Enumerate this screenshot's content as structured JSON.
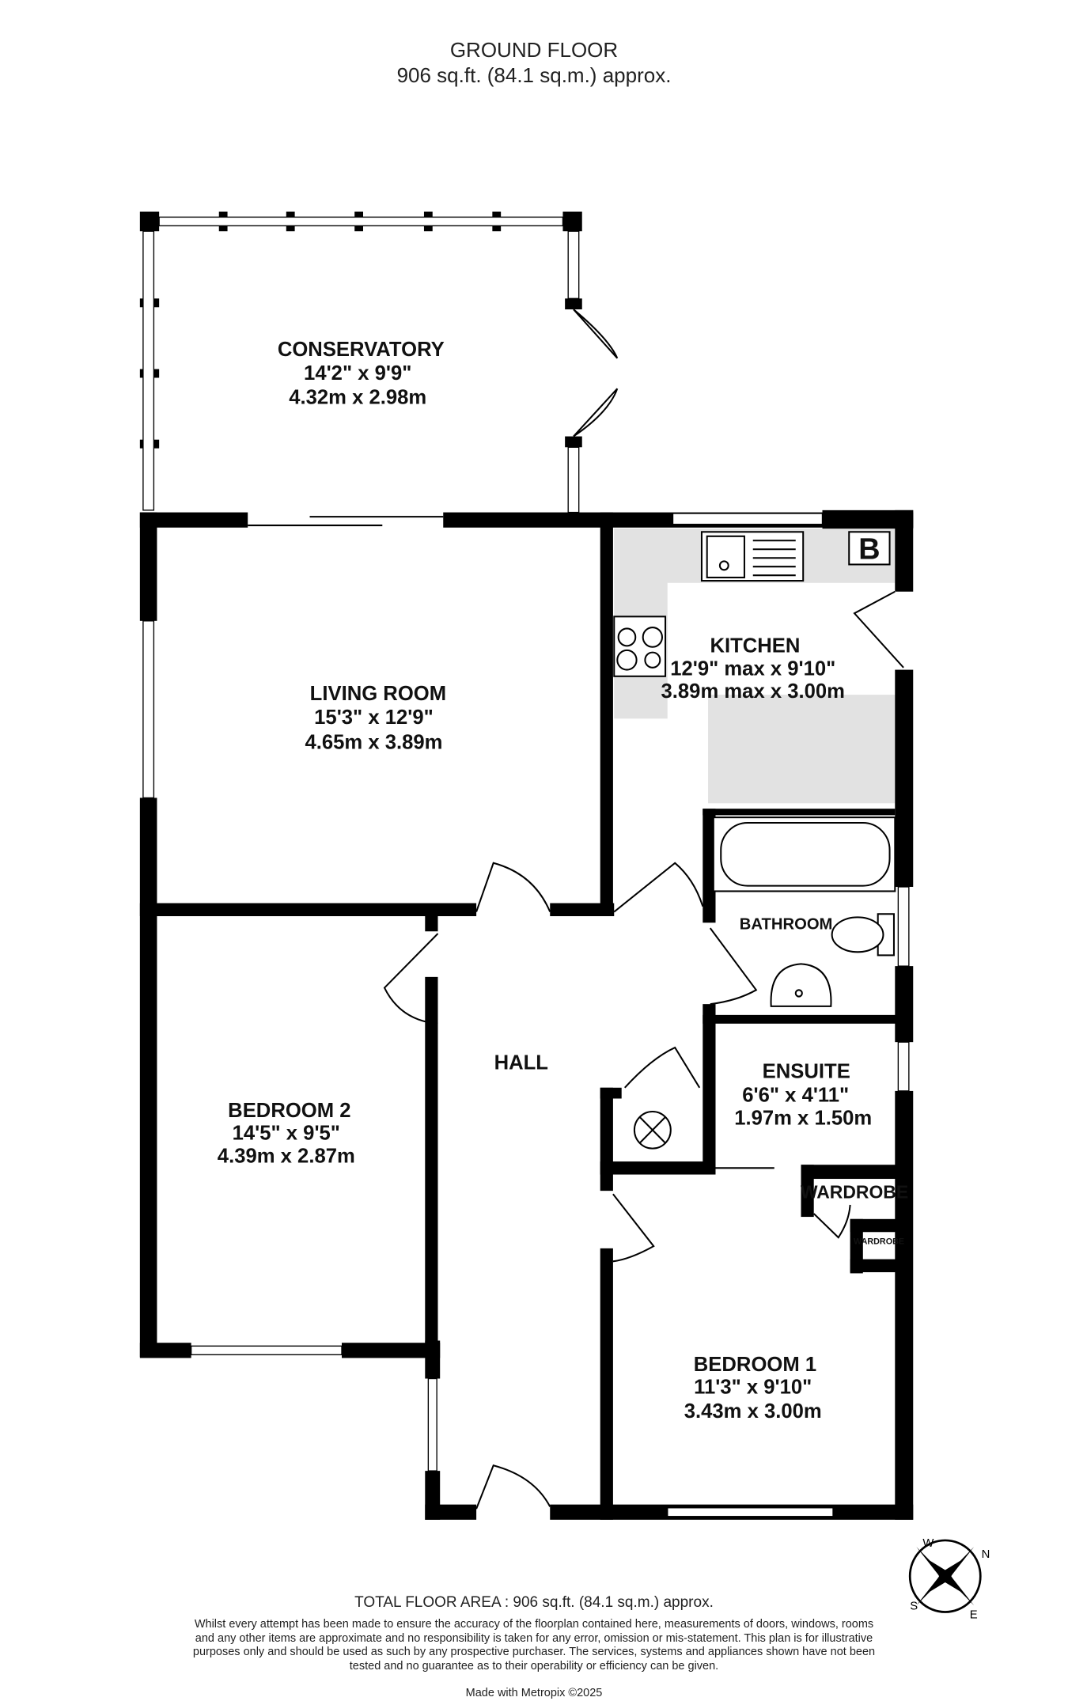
{
  "header": {
    "title": "GROUND FLOOR",
    "area": "906 sq.ft. (84.1 sq.m.) approx."
  },
  "rooms": [
    {
      "name": "CONSERVATORY",
      "imperial": "14'2\"  x 9'9\"",
      "metric": "4.32m  x 2.98m"
    },
    {
      "name": "LIVING ROOM",
      "imperial": "15'3\"  x 12'9\"",
      "metric": "4.65m  x 3.89m"
    },
    {
      "name": "KITCHEN",
      "imperial": "12'9\" max x 9'10\"",
      "metric": "3.89m max x 3.00m"
    },
    {
      "name": "BATHROOM"
    },
    {
      "name": "HALL"
    },
    {
      "name": "ENSUITE",
      "imperial": "6'6\"  x 4'11\"",
      "metric": "1.97m  x 1.50m"
    },
    {
      "name": "BEDROOM 2",
      "imperial": "14'5\"  x 9'5\"",
      "metric": "4.39m  x 2.87m"
    },
    {
      "name": "BEDROOM 1",
      "imperial": "11'3\"  x 9'10\"",
      "metric": "3.43m  x 3.00m"
    },
    {
      "name": "WARDROBE"
    },
    {
      "name": "WARDROBE"
    }
  ],
  "fixtures": {
    "boiler_label": "B"
  },
  "compass": {
    "n": "N",
    "e": "E",
    "s": "S",
    "w": "W"
  },
  "footer": {
    "total_area": "TOTAL FLOOR AREA : 906 sq.ft. (84.1 sq.m.) approx.",
    "disclaimer": "Whilst every attempt has been made to ensure the accuracy of the floorplan contained here, measurements of doors, windows, rooms and any other items are approximate and no responsibility is taken for any error, omission or mis-statement. This plan is for illustrative purposes only and should be used as such by any prospective purchaser. The services, systems and appliances shown have not been tested and no guarantee as to their operability or efficiency can be given.",
    "credit": "Made with Metropix ©2025"
  }
}
